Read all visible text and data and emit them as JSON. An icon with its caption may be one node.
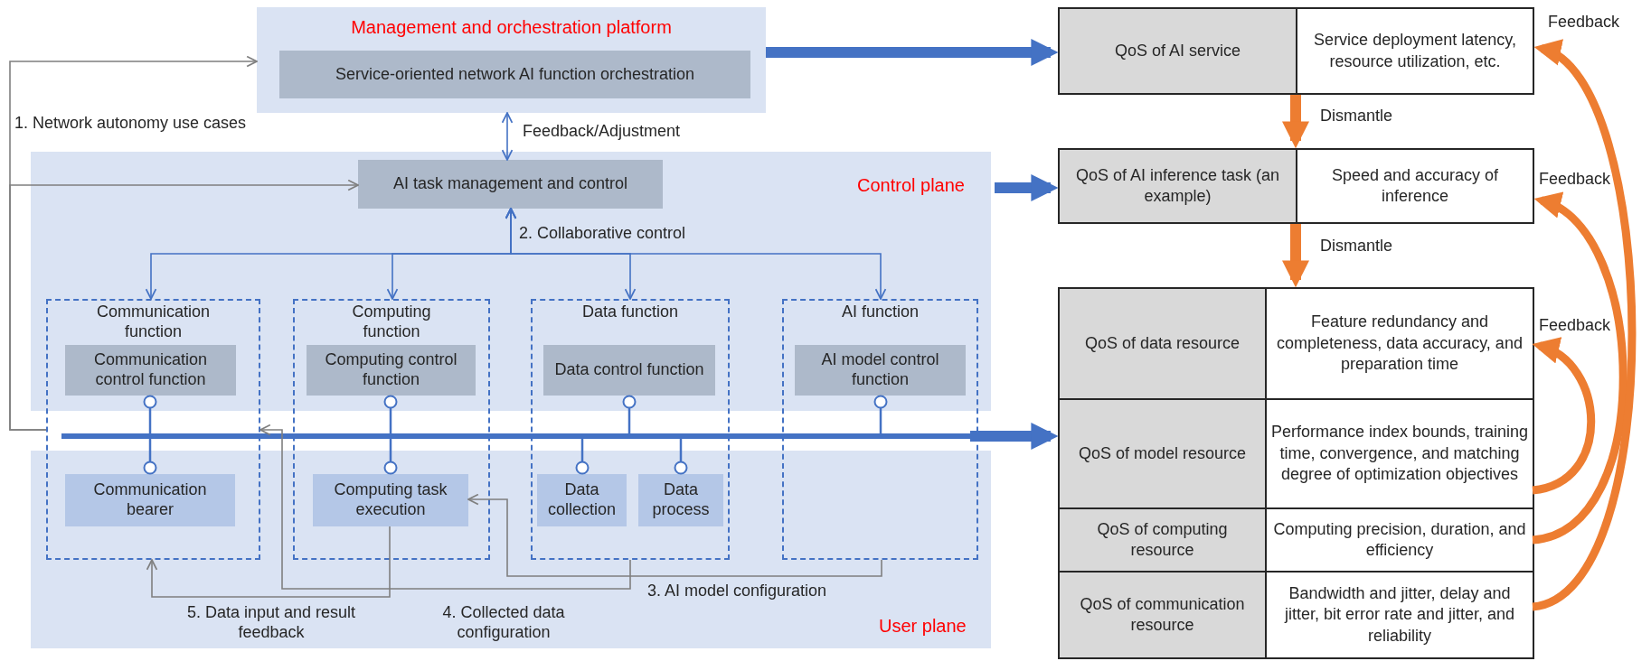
{
  "diagram": {
    "nodes": [
      {
        "text": [
          "Management and orchestration platform"
        ]
      },
      {
        "text": [
          "Service-oriented network AI function orchestration"
        ],
        "in": 0
      },
      {
        "text": [
          "AI task management and control"
        ]
      },
      {
        "text": [
          "Communication function"
        ]
      },
      {
        "text": [
          "Communication control function"
        ],
        "in": 3
      },
      {
        "text": [
          "Communication bearer"
        ],
        "in": 3
      },
      {
        "text": [
          "Computing function"
        ]
      },
      {
        "text": [
          "Computing control function"
        ],
        "in": 6
      },
      {
        "text": [
          "Computing task execution"
        ],
        "in": 6
      },
      {
        "text": [
          "Data function"
        ]
      },
      {
        "text": [
          "Data control function"
        ],
        "in": 9
      },
      {
        "text": [
          "Data collection"
        ],
        "in": 9
      },
      {
        "text": [
          "Data process"
        ],
        "in": 9
      },
      {
        "text": [
          "AI function"
        ]
      },
      {
        "text": [
          "AI model control function"
        ],
        "in": 13
      },
      {
        "text": [],
        "shape": "bar"
      },
      {
        "text": [
          "QoS of AI service",
          "Service deployment latency, resource utilization, etc."
        ]
      },
      {
        "text": [
          "QoS of AI inference task (an example)",
          "Speed and accuracy of inference"
        ]
      },
      {
        "text": [],
        "shape": "box"
      },
      {
        "text": [
          "QoS of data resource",
          "Feature redundancy and completeness, data accuracy, and preparation time"
        ],
        "in": 18
      },
      {
        "text": [
          "QoS of model resource",
          "Performance index bounds, training time, convergence, and matching degree of optimization objectives"
        ],
        "in": 18
      },
      {
        "text": [
          "QoS of computing resource",
          "Computing precision, duration, and efficiency"
        ],
        "in": 18
      },
      {
        "text": [
          "QoS of communication resource",
          "Bandwidth and jitter, delay and jitter, bit error rate and jitter, and reliability"
        ],
        "in": 18
      }
    ],
    "edges": [
      {
        "from": 3,
        "to": 0,
        "arrow": "to",
        "label": "1. Network autonomy use cases",
        "color": "#7f7f7f"
      },
      {
        "from": 3,
        "to": 2,
        "arrow": "to",
        "color": "#7f7f7f"
      },
      {
        "from": 0,
        "to": 2,
        "arrow": "both",
        "label": "Feedback/Adjustment"
      },
      {
        "from": 2,
        "to": 3,
        "arrow": "both",
        "label": "2. Collaborative control"
      },
      {
        "from": 2,
        "to": 6,
        "arrow": "both"
      },
      {
        "from": 2,
        "to": 9,
        "arrow": "both"
      },
      {
        "from": 2,
        "to": 13,
        "arrow": "both"
      },
      {
        "from": 13,
        "to": 8,
        "arrow": "to",
        "label": "3. AI model configuration",
        "color": "#7f7f7f"
      },
      {
        "from": 9,
        "to": 3,
        "arrow": "to",
        "label": "4. Collected data configuration",
        "color": "#7f7f7f"
      },
      {
        "from": 8,
        "to": 3,
        "arrow": "to",
        "label": "5. Data input and result feedback",
        "color": "#7f7f7f"
      },
      {
        "from": 4,
        "to": 15,
        "arrow": "other"
      },
      {
        "from": 5,
        "to": 15,
        "arrow": "other"
      },
      {
        "from": 7,
        "to": 15,
        "arrow": "other"
      },
      {
        "from": 8,
        "to": 15,
        "arrow": "other"
      },
      {
        "from": 10,
        "to": 15,
        "arrow": "other"
      },
      {
        "from": 11,
        "to": 15,
        "arrow": "other"
      },
      {
        "from": 12,
        "to": 15,
        "arrow": "other"
      },
      {
        "from": 14,
        "to": 15,
        "arrow": "other"
      },
      {
        "from": 0,
        "to": 16,
        "arrow": "to",
        "style": "thick"
      },
      {
        "from": null,
        "to": 17,
        "arrow": "to",
        "style": "thick"
      },
      {
        "from": 15,
        "to": 18,
        "arrow": "to",
        "style": "thick"
      },
      {
        "from": 16,
        "to": 17,
        "arrow": "to",
        "label": "Dismantle",
        "style": "thick",
        "color": "#ed7d31"
      },
      {
        "from": 17,
        "to": 18,
        "arrow": "to",
        "label": "Dismantle",
        "style": "thick",
        "color": "#ed7d31"
      },
      {
        "from": 20,
        "to": 19,
        "arrow": "to",
        "label": "Feedback",
        "style": "thick",
        "color": "#ed7d31"
      },
      {
        "from": 21,
        "to": 17,
        "arrow": "to",
        "label": "Feedback",
        "style": "thick",
        "color": "#ed7d31"
      },
      {
        "from": 22,
        "to": 16,
        "arrow": "to",
        "label": "Feedback",
        "style": "thick",
        "color": "#ed7d31"
      }
    ],
    "labels": [
      "Control plane",
      "User plane"
    ]
  }
}
